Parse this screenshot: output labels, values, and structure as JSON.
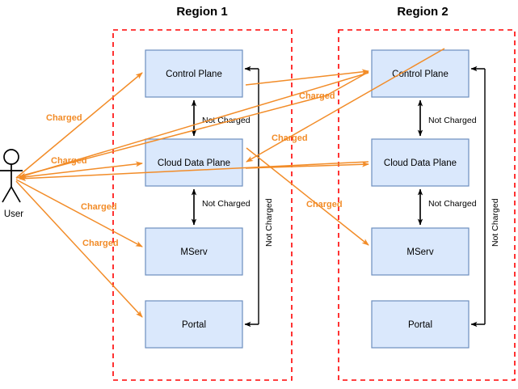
{
  "diagram": {
    "title_text_color": "#000000",
    "colors": {
      "node_fill": "#DAE8FC",
      "node_stroke": "#6C8EBF",
      "region_stroke": "#FF0000",
      "charged_edge": "#F28C28",
      "not_charged_edge": "#000000"
    },
    "actor": {
      "label": "User",
      "name": "user-actor"
    },
    "regions": [
      {
        "id": "region-1",
        "title": "Region 1",
        "nodes": [
          {
            "id": "r1-control-plane",
            "label": "Control Plane"
          },
          {
            "id": "r1-cloud-data-plane",
            "label": "Cloud Data Plane"
          },
          {
            "id": "r1-mserv",
            "label": "MServ"
          },
          {
            "id": "r1-portal",
            "label": "Portal"
          }
        ],
        "internal_edges": [
          {
            "id": "r1-cp-cdp",
            "label": "Not Charged",
            "from": "Control Plane",
            "to": "Cloud Data Plane",
            "billing": "Not Charged"
          },
          {
            "id": "r1-cdp-mserv",
            "label": "Not Charged",
            "from": "Cloud Data Plane",
            "to": "MServ",
            "billing": "Not Charged"
          },
          {
            "id": "r1-cp-portal-bus",
            "label": "Not Charged",
            "from": "Control Plane",
            "to": "Portal",
            "billing": "Not Charged"
          }
        ]
      },
      {
        "id": "region-2",
        "title": "Region 2",
        "nodes": [
          {
            "id": "r2-control-plane",
            "label": "Control Plane"
          },
          {
            "id": "r2-cloud-data-plane",
            "label": "Cloud Data Plane"
          },
          {
            "id": "r2-mserv",
            "label": "MServ"
          },
          {
            "id": "r2-portal",
            "label": "Portal"
          }
        ],
        "internal_edges": [
          {
            "id": "r2-cp-cdp",
            "label": "Not Charged",
            "from": "Control Plane",
            "to": "Cloud Data Plane",
            "billing": "Not Charged"
          },
          {
            "id": "r2-cdp-mserv",
            "label": "Not Charged",
            "from": "Cloud Data Plane",
            "to": "MServ",
            "billing": "Not Charged"
          },
          {
            "id": "r2-cp-portal-bus",
            "label": "Not Charged",
            "from": "Control Plane",
            "to": "Portal",
            "billing": "Not Charged"
          }
        ]
      }
    ],
    "charged_edges": [
      {
        "id": "user-to-r1-control-plane",
        "label": "Charged",
        "from": "User",
        "to": "Region 1 / Control Plane"
      },
      {
        "id": "user-to-r1-cloud-data-plane",
        "label": "Charged",
        "from": "User",
        "to": "Region 1 / Cloud Data Plane"
      },
      {
        "id": "user-to-r1-mserv",
        "label": "Charged",
        "from": "User",
        "to": "Region 1 / MServ"
      },
      {
        "id": "user-to-r1-portal",
        "label": "Charged",
        "from": "User",
        "to": "Region 1 / Portal"
      },
      {
        "id": "user-to-r2-control-plane",
        "label": "Charged",
        "from": "User",
        "to": "Region 2 / Control Plane"
      },
      {
        "id": "user-to-r2-cloud-data-plane",
        "label": "Charged",
        "from": "User",
        "to": "Region 2 / Cloud Data Plane"
      },
      {
        "id": "user-to-r2-mserv",
        "label": "Charged",
        "from": "User",
        "to": "Region 2 / MServ"
      }
    ],
    "labels": {
      "charged": "Charged",
      "not_charged": "Not Charged"
    }
  }
}
